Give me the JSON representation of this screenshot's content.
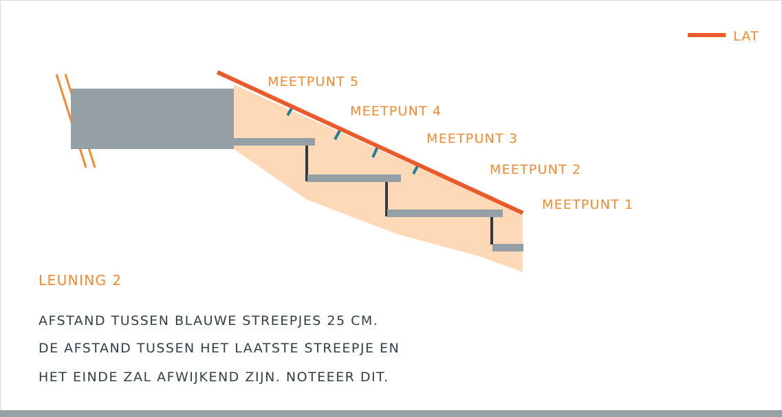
{
  "legend": {
    "label": "LAT"
  },
  "measure_points": [
    "MEETPUNT 5",
    "MEETPUNT 4",
    "MEETPUNT 3",
    "MEETPUNT 2",
    "MEETPUNT 1"
  ],
  "title": "LEUNING 2",
  "notes": [
    "AFSTAND TUSSEN BLAUWE STREEPJES 25 CM.",
    "DE AFSTAND TUSSEN HET LAATSTE STREEPJE EN",
    "HET EINDE ZAL AFWIJKEND ZIJN. NOTEEER DIT."
  ],
  "colors": {
    "lat": "#ea5a2a",
    "label": "#f08a2e",
    "stair_fill": "#fdd9b8",
    "slab": "#94a0a6",
    "riser": "#2d3b40",
    "tick": "#1d7f95",
    "text": "#2f4047"
  }
}
